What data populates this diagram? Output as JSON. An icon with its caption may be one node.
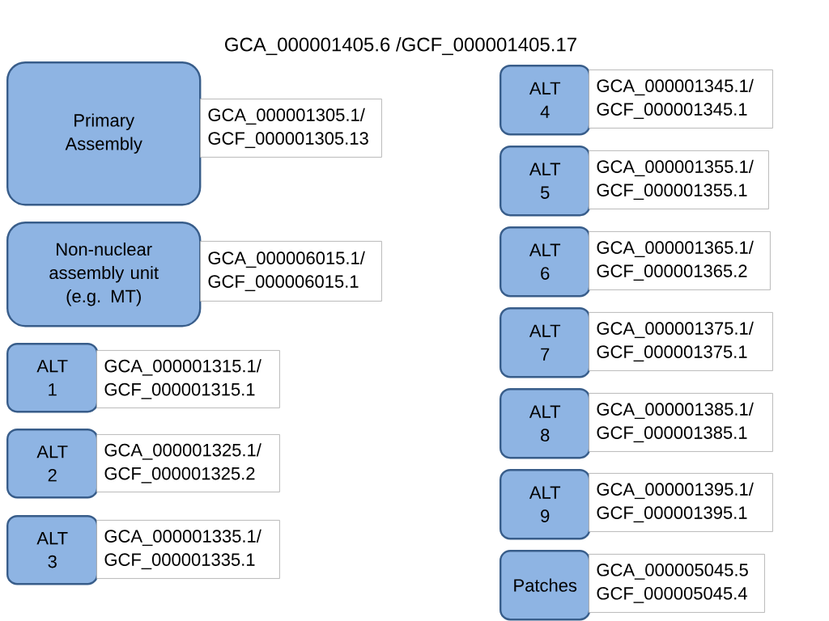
{
  "diagram": {
    "title": "GCA_000001405.6 /GCF_000001405.17",
    "nodes": [
      {
        "text": [
          "Primary Assembly"
        ]
      },
      {
        "text": [
          "GCA_000001305.1/ GCF_000001305.13"
        ]
      },
      {
        "text": [
          "Non-nuclear assembly unit (e.g. MT)"
        ]
      },
      {
        "text": [
          "GCA_000006015.1/ GCF_000006015.1"
        ]
      },
      {
        "text": [
          "ALT 1"
        ]
      },
      {
        "text": [
          "GCA_000001315.1/ GCF_000001315.1"
        ]
      },
      {
        "text": [
          "ALT 2"
        ]
      },
      {
        "text": [
          "GCA_000001325.1/ GCF_000001325.2"
        ]
      },
      {
        "text": [
          "ALT 3"
        ]
      },
      {
        "text": [
          "GCA_000001335.1/ GCF_000001335.1"
        ]
      },
      {
        "text": [
          "ALT 4"
        ]
      },
      {
        "text": [
          "GCA_000001345.1/ GCF_000001345.1"
        ]
      },
      {
        "text": [
          "ALT 5"
        ]
      },
      {
        "text": [
          "GCA_000001355.1/ GCF_000001355.1"
        ]
      },
      {
        "text": [
          "ALT 6"
        ]
      },
      {
        "text": [
          "GCA_000001365.1/ GCF_000001365.2"
        ]
      },
      {
        "text": [
          "ALT 7"
        ]
      },
      {
        "text": [
          "GCA_000001375.1/ GCF_000001375.1"
        ]
      },
      {
        "text": [
          "ALT 8"
        ]
      },
      {
        "text": [
          "GCA_000001385.1/ GCF_000001385.1"
        ]
      },
      {
        "text": [
          "ALT 9"
        ]
      },
      {
        "text": [
          "GCA_000001395.1/ GCF_000001395.1"
        ]
      },
      {
        "text": [
          "Patches"
        ]
      },
      {
        "text": [
          "GCA_000005045.5 GCF_000005045.4"
        ]
      }
    ]
  }
}
